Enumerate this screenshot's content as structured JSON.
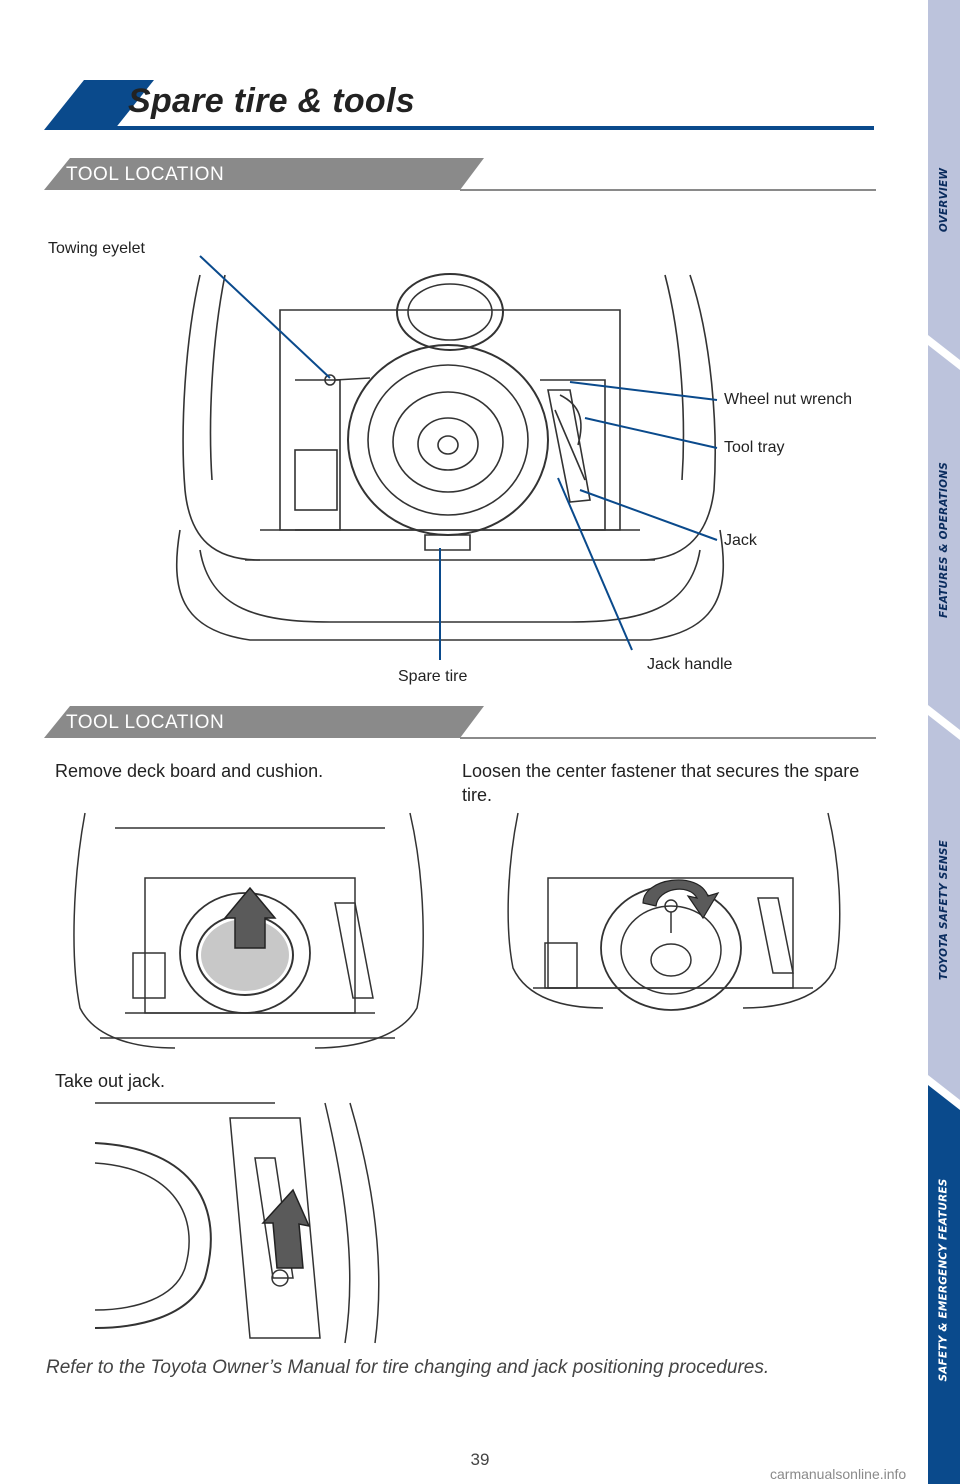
{
  "page": {
    "title": "Spare tire & tools",
    "page_number": "39",
    "watermark": "carmanualsonline.info"
  },
  "sections": [
    {
      "label": "TOOL LOCATION"
    },
    {
      "label": "TOOL LOCATION"
    }
  ],
  "callouts": {
    "towing_eyelet": "Towing eyelet",
    "wheel_nut_wrench": "Wheel nut wrench",
    "tool_tray": "Tool tray",
    "jack": "Jack",
    "jack_handle": "Jack handle",
    "spare_tire": "Spare tire"
  },
  "steps": {
    "step1": "Remove deck board and cushion.",
    "step2": "Loosen the center fastener that secures the spare tire.",
    "step3": "Take out jack."
  },
  "note": "Refer to the Toyota Owner’s Manual for tire changing and jack positioning procedures.",
  "side_tabs": [
    {
      "label": "OVERVIEW",
      "active": false
    },
    {
      "label": "FEATURES & OPERATIONS",
      "active": false
    },
    {
      "label": "TOYOTA SAFETY SENSE",
      "active": false
    },
    {
      "label": "SAFETY & EMERGENCY FEATURES",
      "active": true
    }
  ],
  "colors": {
    "brand_blue": "#0a4a8c",
    "tab_inactive": "#bcc3dc",
    "tab_active": "#0a4a8c",
    "section_gray": "#8a8a8a"
  }
}
